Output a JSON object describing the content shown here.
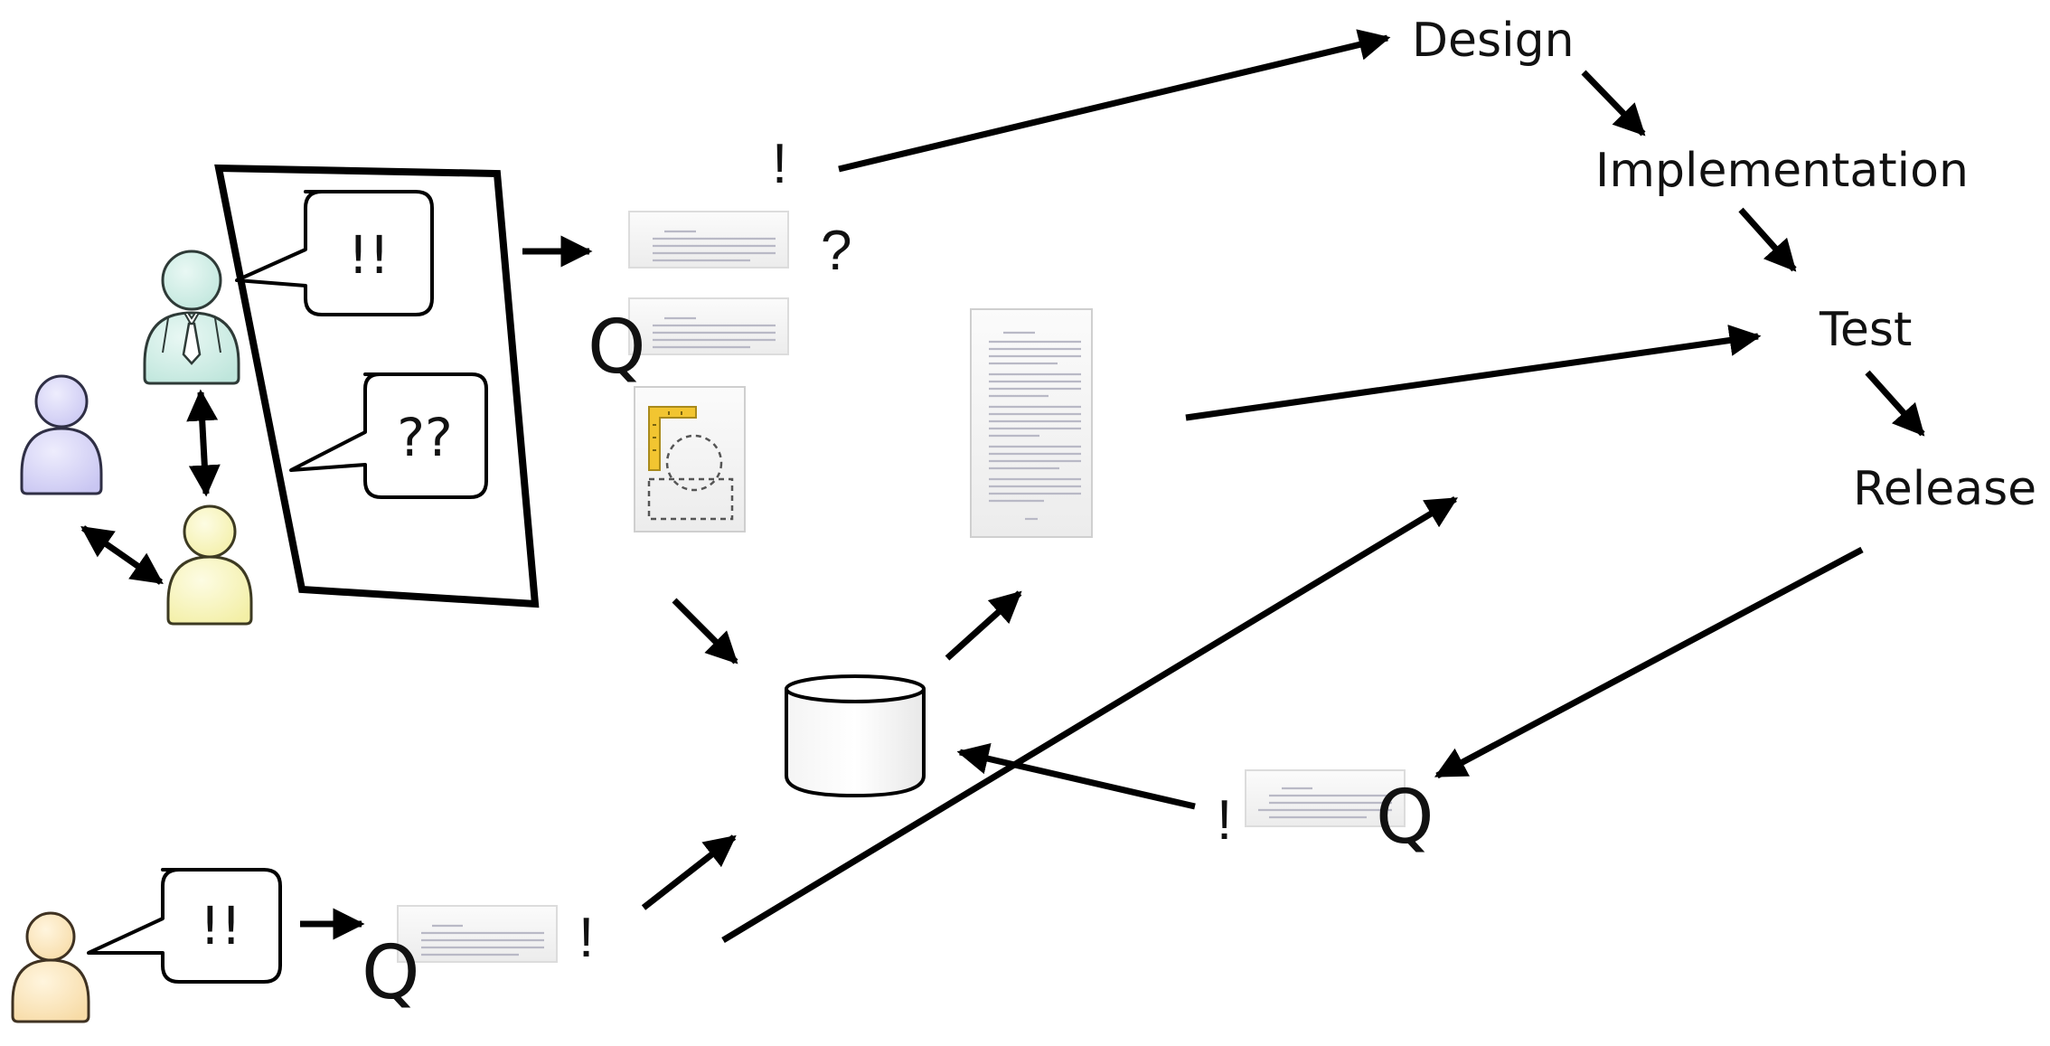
{
  "process": {
    "stages": [
      "Design",
      "Implementation",
      "Test",
      "Release"
    ]
  },
  "speech_bubbles": {
    "top": "!!",
    "middle": "??",
    "bottom": "!!"
  },
  "marks": {
    "exclaim_top": "!",
    "question_top": "?",
    "q_top": "Q",
    "exclaim_release": "!",
    "q_release": "Q",
    "q_bottom": "Q",
    "exclaim_bottom": "!"
  },
  "colors": {
    "person_manager": "#bfe6dc",
    "person_purple": "#c9c6f2",
    "person_yellow": "#f3efa6",
    "person_orange": "#f7dba6",
    "arrow": "#000000"
  }
}
